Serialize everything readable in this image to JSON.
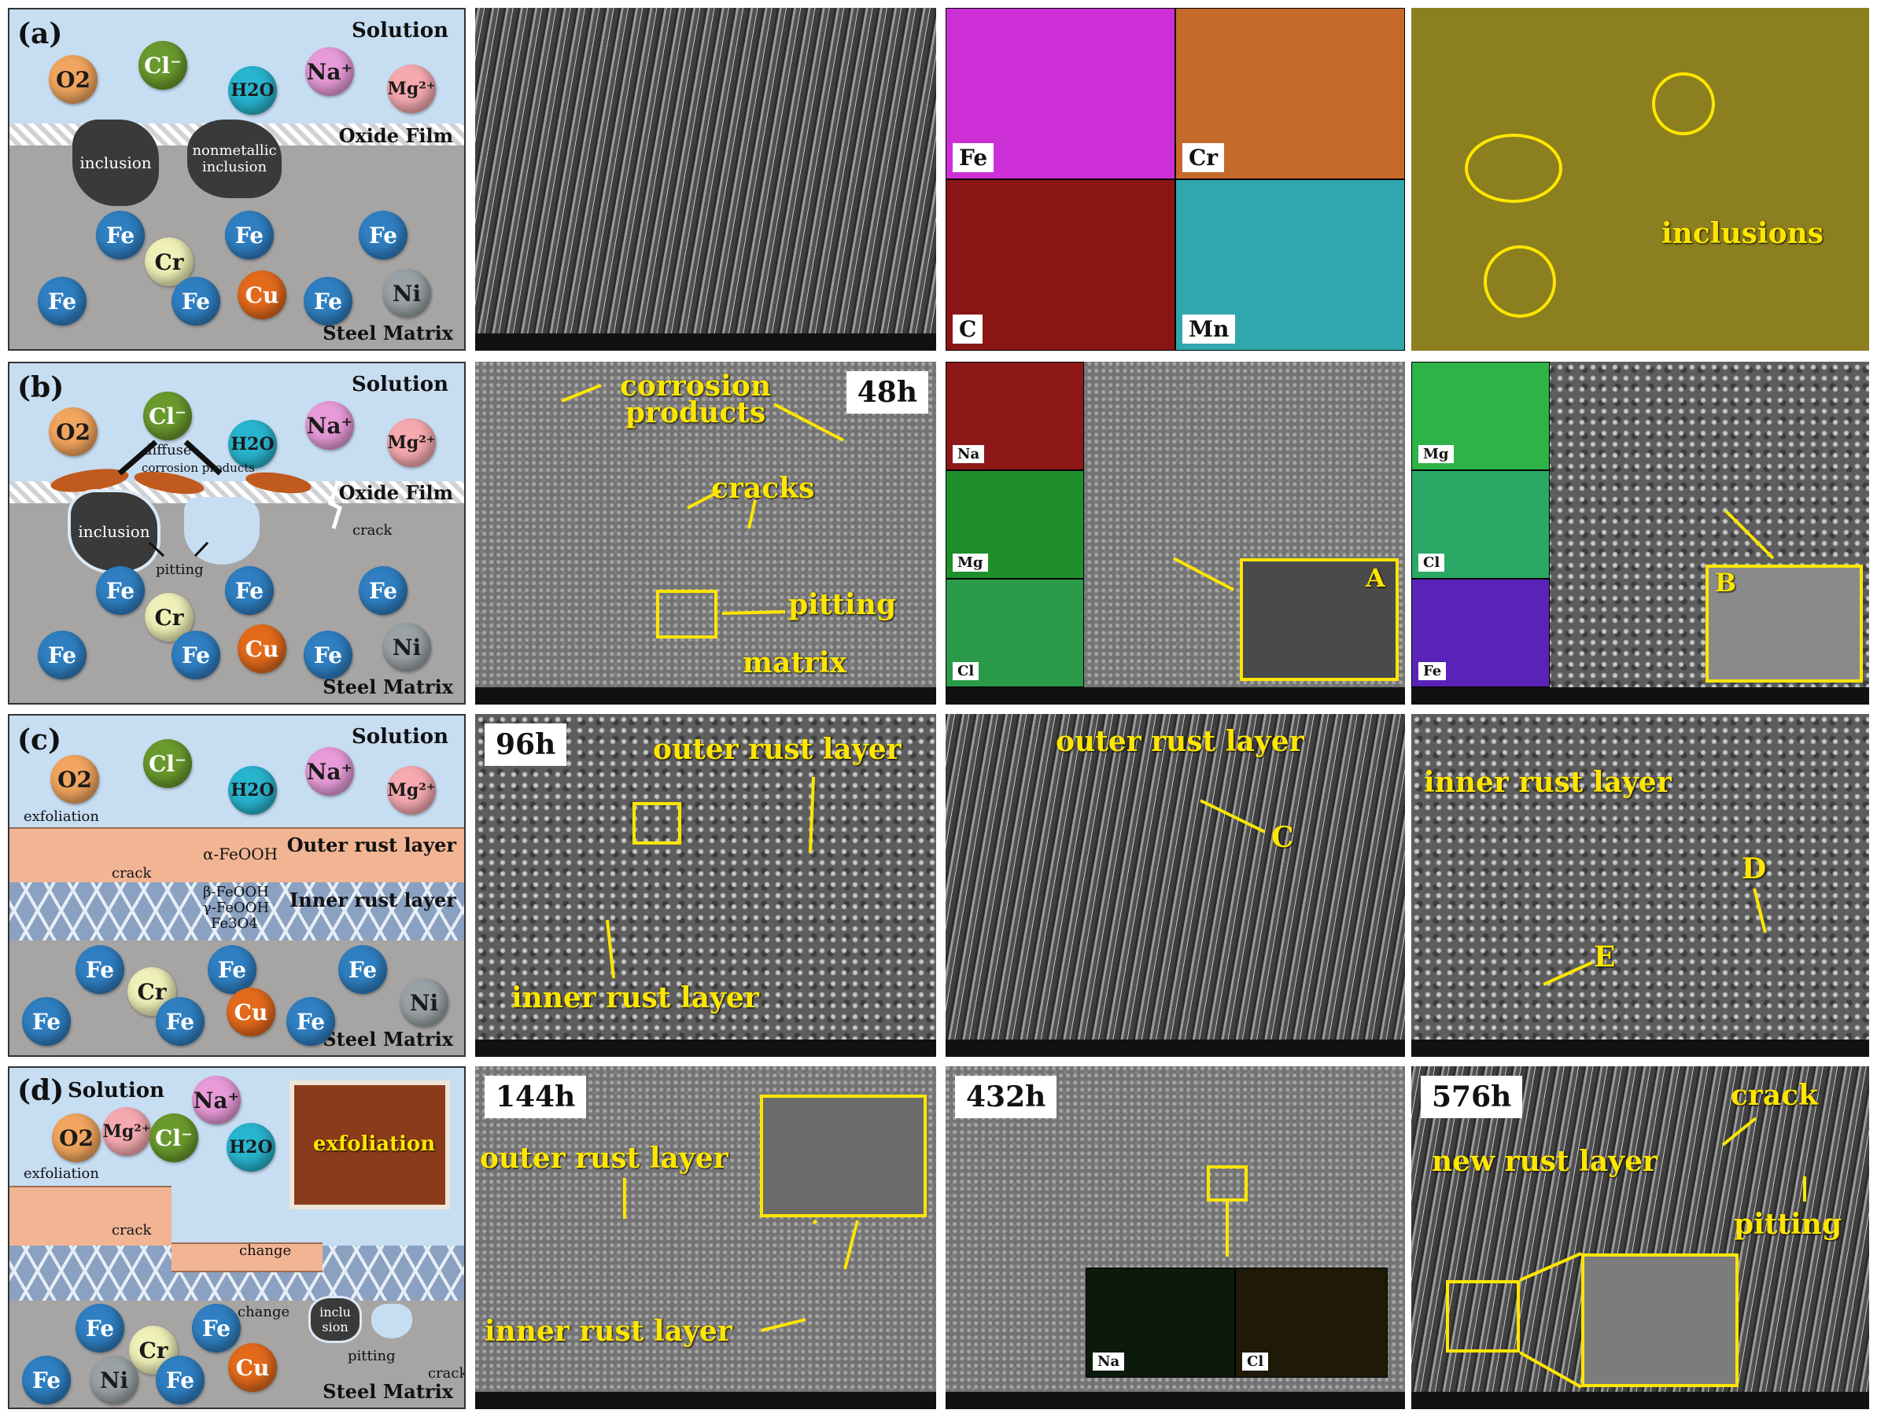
{
  "panels": {
    "a": {
      "label": "(a)",
      "solution": "Solution",
      "oxide_film": "Oxide Film",
      "steel_matrix": "Steel Matrix",
      "inclusion": "inclusion",
      "nonmetallic_inclusion": "nonmetallic inclusion",
      "ions": [
        "O2",
        "Cl⁻",
        "H2O",
        "Na⁺",
        "Mg²⁺"
      ],
      "atoms": [
        "Fe",
        "Cr",
        "Fe",
        "Fe",
        "Fe",
        "Fe",
        "Cu",
        "Fe",
        "Ni"
      ],
      "eds_maps": [
        "Fe",
        "Cr",
        "C",
        "Mn"
      ],
      "inclusions_label": "inclusions"
    },
    "b": {
      "label": "(b)",
      "solution": "Solution",
      "oxide_film": "Oxide Film",
      "steel_matrix": "Steel Matrix",
      "diffuse": "diffuse",
      "corrosion_products_small": "corrosion products",
      "inclusion": "inclusion",
      "crack": "crack",
      "pitting": "pitting",
      "ions": [
        "O2",
        "Cl⁻",
        "H2O",
        "Na⁺",
        "Mg²⁺"
      ],
      "atoms": [
        "Fe",
        "Cr",
        "Fe",
        "Fe",
        "Fe",
        "Fe",
        "Cu",
        "Fe",
        "Ni"
      ],
      "time": "48h",
      "sem_corrosion_products": "corrosion products",
      "sem_cracks": "cracks",
      "sem_pitting": "pitting",
      "sem_matrix": "matrix",
      "eds1": [
        "Na",
        "Mg",
        "Cl"
      ],
      "box_a": "A",
      "eds2": [
        "Mg",
        "Cl",
        "Fe"
      ],
      "box_b": "B"
    },
    "c": {
      "label": "(c)",
      "solution": "Solution",
      "exfoliation": "exfoliation",
      "crack": "crack",
      "alpha": "α-FeOOH",
      "outer_rust_layer": "Outer rust layer",
      "inner_rust_layer": "Inner rust layer",
      "beta": "β-FeOOH",
      "gamma": "γ-FeOOH",
      "fe3o4": "Fe3O4",
      "steel_matrix": "Steel Matrix",
      "ions": [
        "O2",
        "Cl⁻",
        "H2O",
        "Na⁺",
        "Mg²⁺"
      ],
      "atoms": [
        "Fe",
        "Cr",
        "Fe",
        "Fe",
        "Fe",
        "Fe",
        "Cu",
        "Fe",
        "Ni"
      ],
      "time": "96h",
      "sem_outer": "outer rust layer",
      "sem_inner": "inner rust layer",
      "sem2_outer": "outer rust layer",
      "label_c": "C",
      "sem3_inner": "inner rust layer",
      "label_d": "D",
      "label_e": "E"
    },
    "d": {
      "label": "(d)",
      "solution": "Solution",
      "exfoliation": "exfoliation",
      "photo_exfoliation": "exfoliation",
      "crack": "crack",
      "change1": "change",
      "change2": "change",
      "inclusion": "inclu sion",
      "pitting": "pitting",
      "crack2": "crack",
      "steel_matrix": "Steel Matrix",
      "ions": [
        "O2",
        "Mg²⁺",
        "Cl⁻",
        "Na⁺",
        "H2O"
      ],
      "atoms": [
        "Fe",
        "Cr",
        "Fe",
        "Cu",
        "Fe",
        "Ni",
        "Fe"
      ],
      "time1": "144h",
      "sem_outer": "outer rust layer",
      "sem_inner": "inner rust layer",
      "time2": "432h",
      "eds": [
        "Na",
        "Cl"
      ],
      "time3": "576h",
      "sem_crack": "crack",
      "sem_new": "new rust layer",
      "sem_pitting": "pitting"
    }
  },
  "colors": {
    "highlight": "#ffe600",
    "solution": "#c7ddf2",
    "matrix": "#a6a5a4",
    "rust_outer": "#f2b594"
  }
}
